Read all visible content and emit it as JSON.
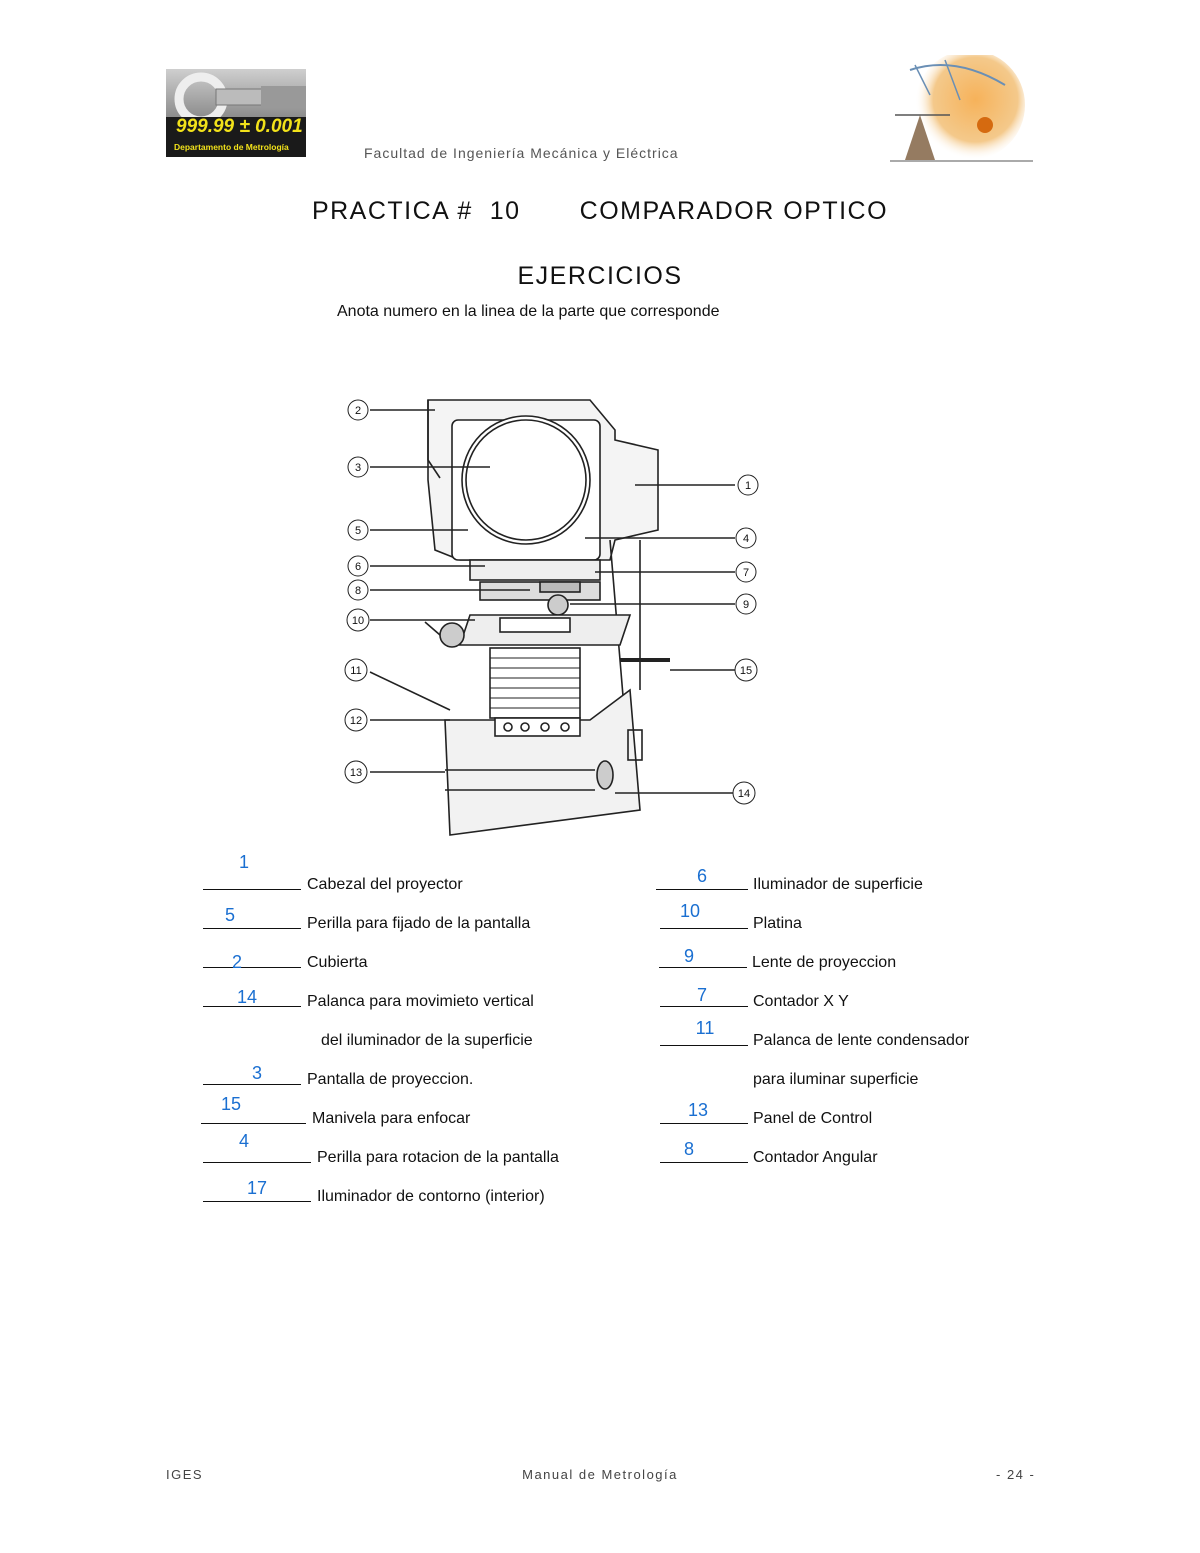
{
  "header": {
    "logo_number": "999.99 ± 0.001",
    "logo_department": "Departamento de Metrología",
    "faculty": "Facultad de Ingeniería Mecánica y Eléctrica"
  },
  "title": "PRACTICA #  10       COMPARADOR OPTICO",
  "subtitle": "EJERCICIOS",
  "instruction": "Anota numero en la linea de la parte que corresponde",
  "diagram_callouts": [
    "1",
    "2",
    "3",
    "4",
    "5",
    "6",
    "7",
    "8",
    "9",
    "10",
    "11",
    "12",
    "13",
    "14",
    "15"
  ],
  "left_questions": [
    {
      "answer": "1",
      "text": "Cabezal del proyector"
    },
    {
      "answer": "5",
      "text": "Perilla para fijado de la pantalla"
    },
    {
      "answer": "2",
      "text": "Cubierta"
    },
    {
      "answer": "14",
      "text": "Palanca para movimieto vertical"
    },
    {
      "answer": "",
      "text": "del iluminador de la superficie"
    },
    {
      "answer": "3",
      "text": "Pantalla de proyeccion."
    },
    {
      "answer": "15",
      "text": "Manivela para enfocar"
    },
    {
      "answer": "4",
      "text": "Perilla para rotacion de la pantalla"
    },
    {
      "answer": "17",
      "text": "Iluminador de contorno (interior)"
    }
  ],
  "right_questions": [
    {
      "answer": "6",
      "text": "Iluminador de superficie"
    },
    {
      "answer": "10",
      "text": "Platina"
    },
    {
      "answer": "9",
      "text": "Lente de proyeccion"
    },
    {
      "answer": "7",
      "text": "Contador X Y"
    },
    {
      "answer": "11",
      "text": "Palanca de lente condensador"
    },
    {
      "answer": "",
      "text": "para iluminar superficie"
    },
    {
      "answer": "13",
      "text": "Panel de Control"
    },
    {
      "answer": "8",
      "text": "Contador Angular"
    }
  ],
  "footer": {
    "left": "IGES",
    "center": "Manual de Metrología",
    "right": "- 24 -"
  }
}
